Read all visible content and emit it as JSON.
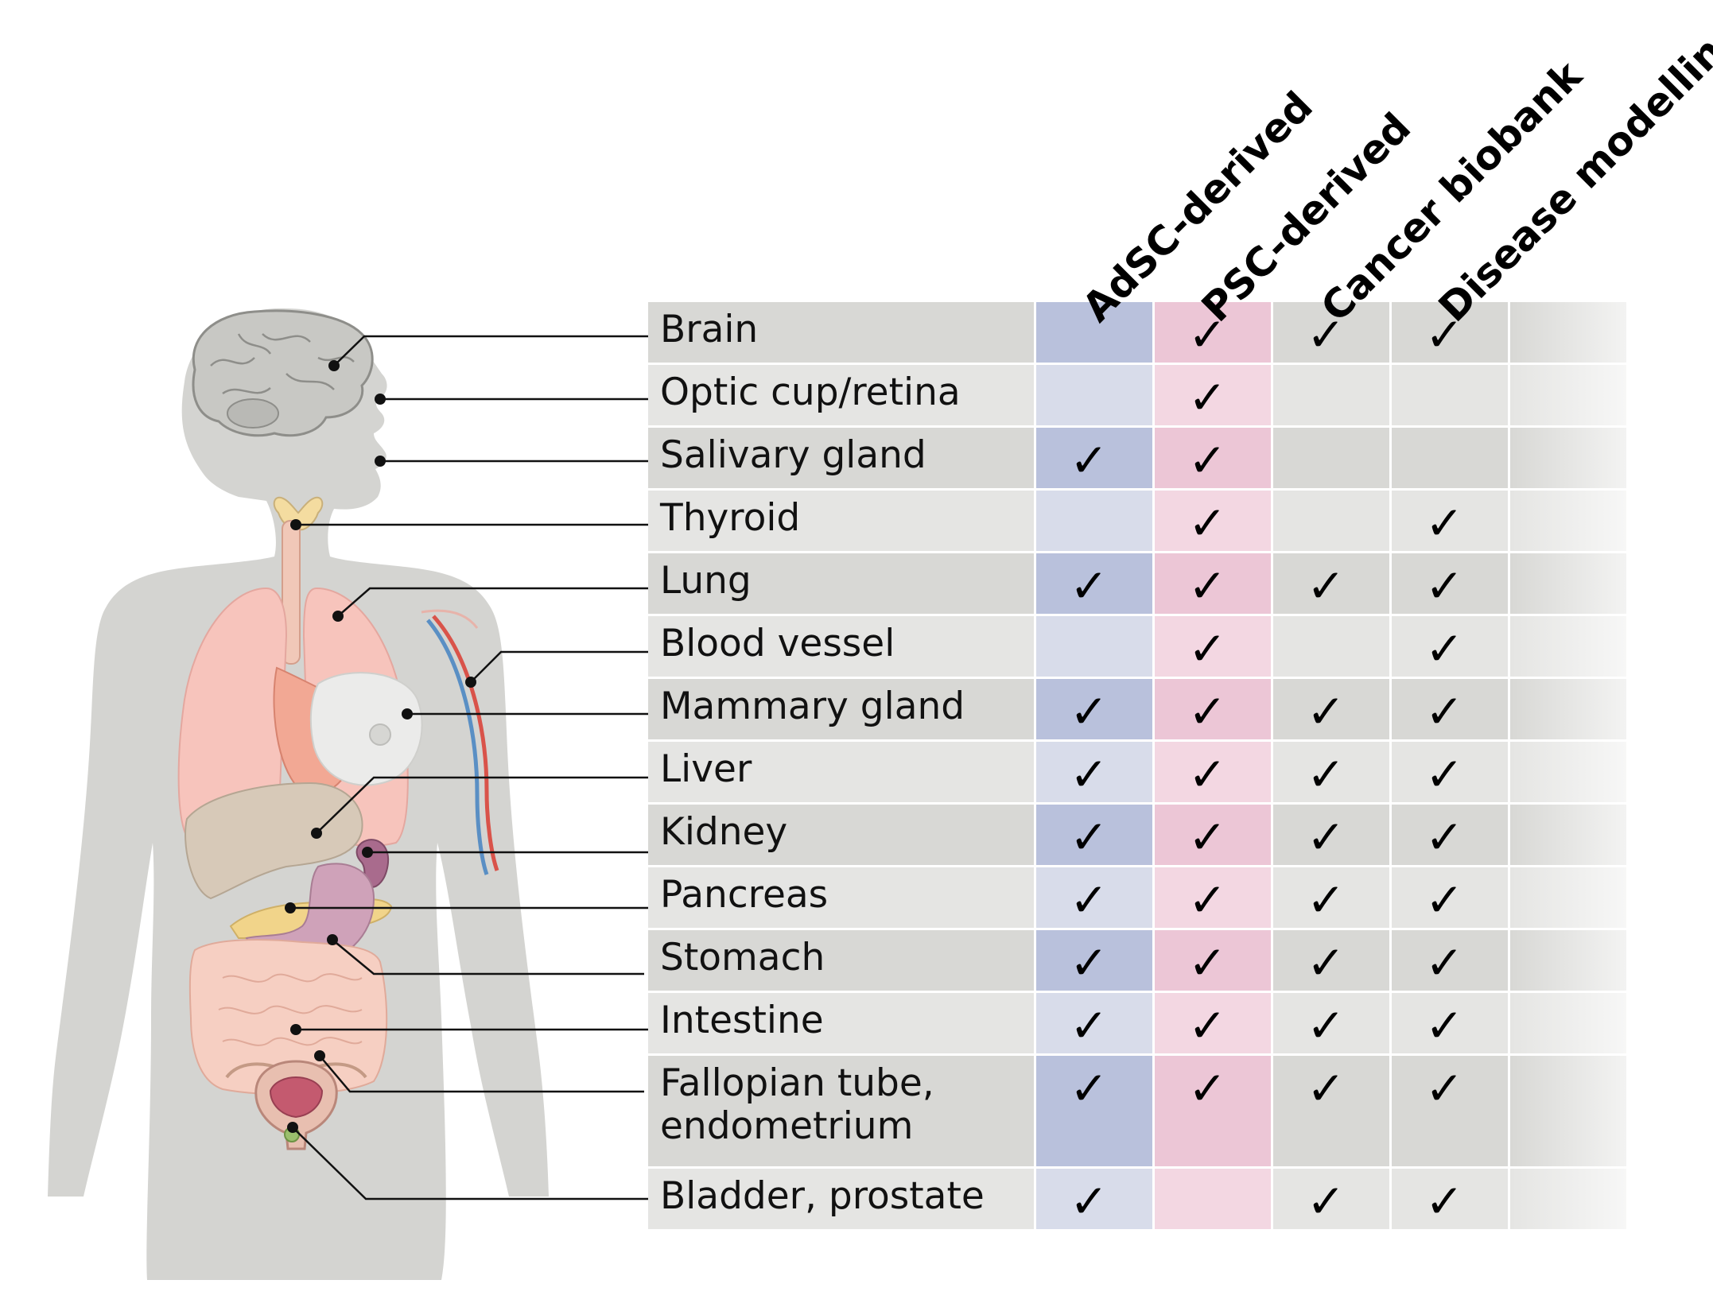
{
  "columns": [
    {
      "label": "AdSC-derived"
    },
    {
      "label": "PSC-derived"
    },
    {
      "label": "Cancer biobank"
    },
    {
      "label": "Disease modelling"
    }
  ],
  "check_symbol": "✓",
  "colors": {
    "adsc_dark": "#b9c1dc",
    "adsc_light": "#d8dcea",
    "psc_dark": "#ecc6d6",
    "psc_light": "#f3d7e2",
    "grey_dark": "#d8d8d5",
    "grey_light": "#e5e5e3",
    "body_silhouette": "#d4d4d1",
    "leader_line": "#111111"
  },
  "rows": [
    {
      "label": [
        "Brain"
      ],
      "checks": [
        false,
        true,
        true,
        true
      ],
      "organ_icon": "brain-icon"
    },
    {
      "label": [
        "Optic cup/retina"
      ],
      "checks": [
        false,
        true,
        false,
        false
      ],
      "organ_icon": "eye-icon"
    },
    {
      "label": [
        "Salivary gland"
      ],
      "checks": [
        true,
        true,
        false,
        false
      ],
      "organ_icon": "salivary-gland-icon"
    },
    {
      "label": [
        "Thyroid"
      ],
      "checks": [
        false,
        true,
        false,
        true
      ],
      "organ_icon": "thyroid-icon"
    },
    {
      "label": [
        "Lung"
      ],
      "checks": [
        true,
        true,
        true,
        true
      ],
      "organ_icon": "lung-icon"
    },
    {
      "label": [
        "Blood vessel"
      ],
      "checks": [
        false,
        true,
        false,
        true
      ],
      "organ_icon": "blood-vessel-icon"
    },
    {
      "label": [
        "Mammary gland"
      ],
      "checks": [
        true,
        true,
        true,
        true
      ],
      "organ_icon": "mammary-gland-icon"
    },
    {
      "label": [
        "Liver"
      ],
      "checks": [
        true,
        true,
        true,
        true
      ],
      "organ_icon": "liver-icon"
    },
    {
      "label": [
        "Kidney"
      ],
      "checks": [
        true,
        true,
        true,
        true
      ],
      "organ_icon": "kidney-icon"
    },
    {
      "label": [
        "Pancreas"
      ],
      "checks": [
        true,
        true,
        true,
        true
      ],
      "organ_icon": "pancreas-icon"
    },
    {
      "label": [
        "Stomach"
      ],
      "checks": [
        true,
        true,
        true,
        true
      ],
      "organ_icon": "stomach-icon"
    },
    {
      "label": [
        "Intestine"
      ],
      "checks": [
        true,
        true,
        true,
        true
      ],
      "organ_icon": "intestine-icon"
    },
    {
      "label": [
        "Fallopian tube,",
        "endometrium"
      ],
      "checks": [
        true,
        true,
        true,
        true
      ],
      "organ_icon": "uterus-icon"
    },
    {
      "label": [
        "Bladder, prostate"
      ],
      "checks": [
        true,
        false,
        true,
        true
      ],
      "organ_icon": "bladder-icon"
    }
  ]
}
